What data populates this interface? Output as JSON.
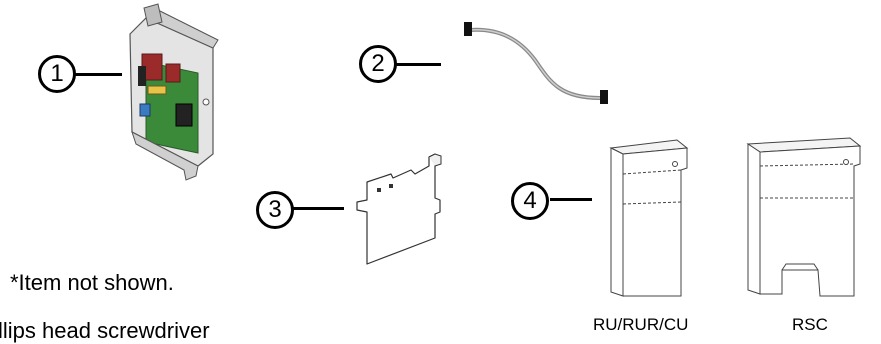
{
  "callouts": {
    "c1": "1",
    "c2": "2",
    "c3": "3",
    "c4": "4"
  },
  "notes": {
    "item_not_shown": "*Item not shown.",
    "tool_partial": "llips head screwdriver"
  },
  "captions": {
    "cover_a": "RU/RUR/CU",
    "cover_b": "RSC"
  },
  "icons": {
    "control_board": "control-board-assembly-icon",
    "wire_harness": "wire-harness-icon",
    "bracket_plate": "bracket-plate-icon",
    "cover_a": "access-cover-icon",
    "cover_b": "access-cover-icon"
  },
  "colors": {
    "line": "#000000",
    "outline": "#555555",
    "board_green": "#3a8a3a",
    "connector_red": "#9b2a2a",
    "cable_grey": "#9a9a9a"
  }
}
